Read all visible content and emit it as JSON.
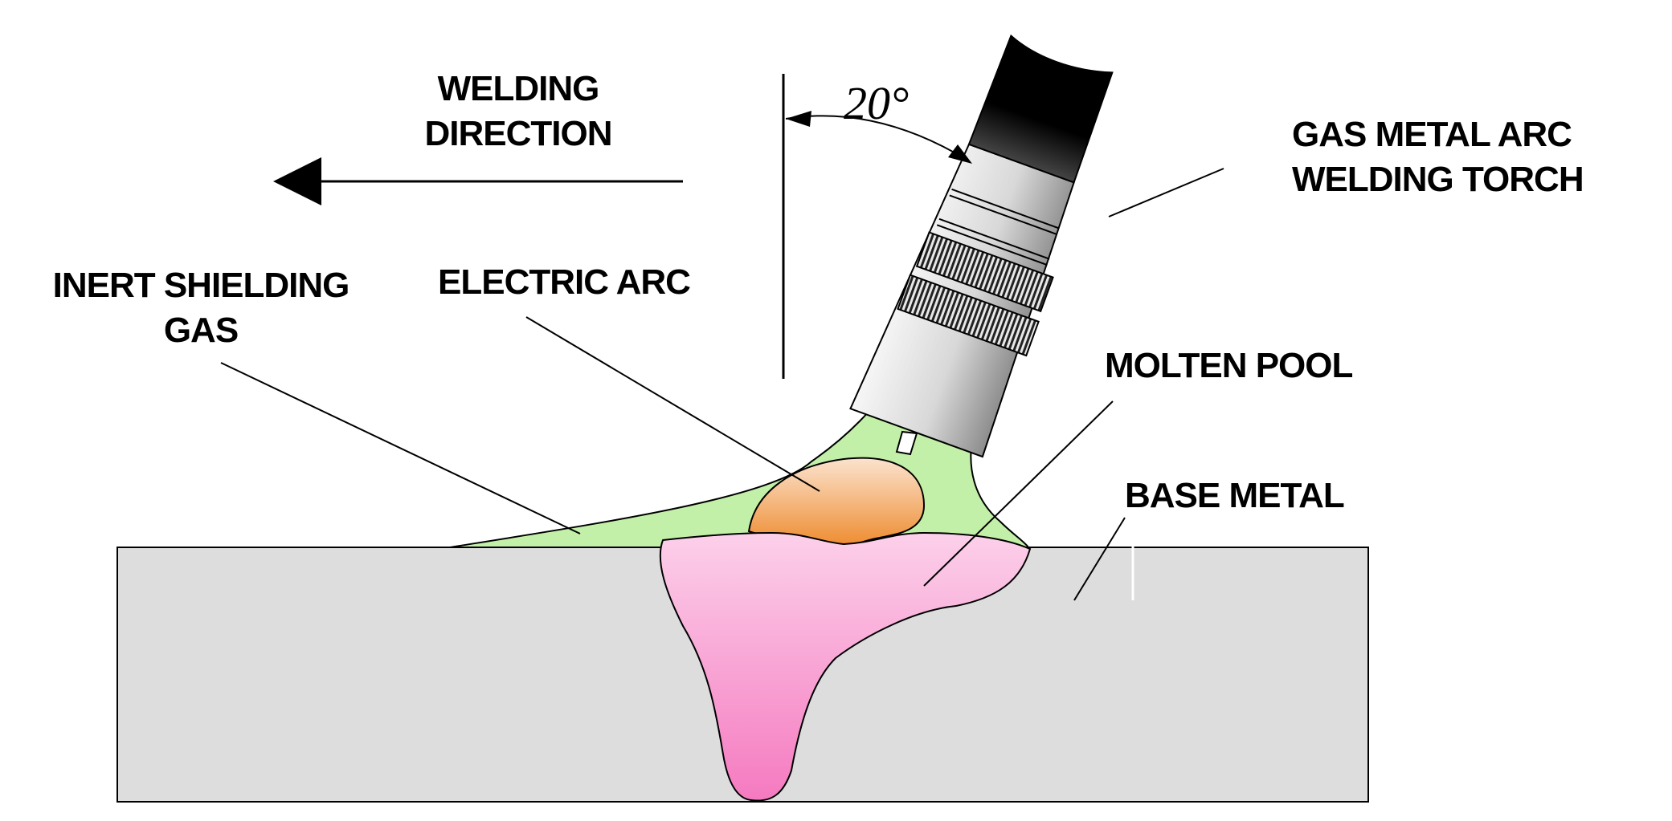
{
  "labels": {
    "welding_direction": [
      "WELDING",
      "DIRECTION"
    ],
    "torch": [
      "GAS METAL ARC",
      "WELDING TORCH"
    ],
    "inert_gas": [
      "INERT SHIELDING",
      "GAS"
    ],
    "electric_arc": "ELECTRIC ARC",
    "molten_pool": "MOLTEN POOL",
    "base_metal": "BASE METAL",
    "torch_angle": "20°"
  },
  "colors": {
    "base_metal": "#dddddd",
    "shielding_gas": "#c3f0a8",
    "arc_top": "#fbe3cf",
    "arc_bottom": "#ee8a2c",
    "pool_top": "#fcd0ea",
    "pool_bottom": "#f57ac0",
    "torch_body": "#d9d9d9",
    "torch_cap": "#000000"
  }
}
